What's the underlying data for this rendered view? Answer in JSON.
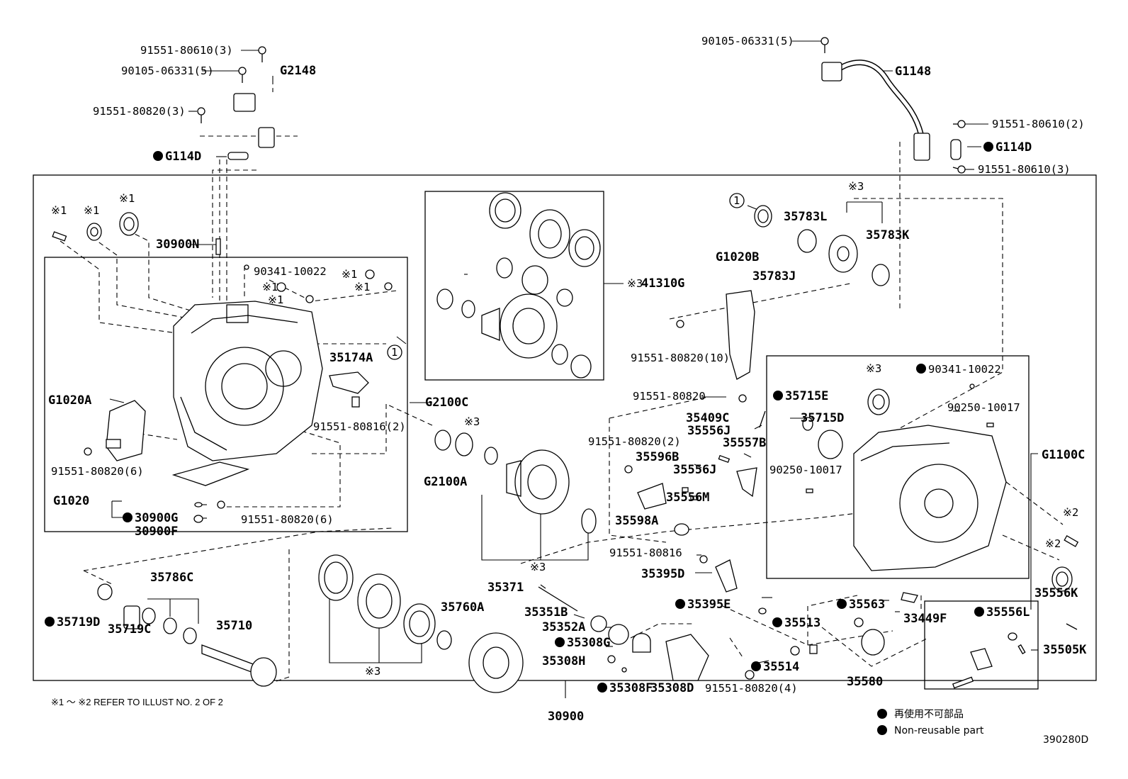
{
  "diagram_id": "390280D",
  "assembly_number": "30900",
  "refer_note": "※1 ～ ※2 REFER TO ILLUST NO. 2 OF 2",
  "legend": {
    "jp": "再使用不可部品",
    "en": "Non-reusable part"
  },
  "marks": {
    "m1": "※1",
    "m2": "※2",
    "m3": "※3",
    "c1": "1"
  },
  "labels": {
    "p91551_80610_3_top": "91551-80610(3)",
    "p90105_06331_5_left": "90105-06331(5)",
    "pG2148": "G2148",
    "p91551_80820_3": "91551-80820(3)",
    "pG114D_left": "G114D",
    "p90105_06331_5_right": "90105-06331(5)",
    "pG1148": "G1148",
    "p91551_80610_2": "91551-80610(2)",
    "pG114D_right": "G114D",
    "p91551_80610_3_right": "91551-80610(3)",
    "p30900N": "30900N",
    "p90341_10022_left": "90341-10022",
    "p35174A": "35174A",
    "pG2100C": "G2100C",
    "pG1020A": "G1020A",
    "p91551_80816_2": "91551-80816(2)",
    "p91551_80820_6_a": "91551-80820(6)",
    "pG1020": "G1020",
    "p30900G": "30900G",
    "p30900F": "30900F",
    "p91551_80820_6_b": "91551-80820(6)",
    "p41310G": "41310G",
    "p35783L": "35783L",
    "p35783K": "35783K",
    "pG1020B": "G1020B",
    "p35783J": "35783J",
    "p91551_80820_10": "91551-80820(10)",
    "p90341_10022_right": "90341-10022",
    "p91551_80820": "91551-80820",
    "p35715E": "35715E",
    "p35715D": "35715D",
    "p90250_10017_a": "90250-10017",
    "p35409C": "35409C",
    "p35556J_a": "35556J",
    "p35557B": "35557B",
    "p91551_80820_2": "91551-80820(2)",
    "p35596B": "35596B",
    "p35556J_b": "35556J",
    "p90250_10017_b": "90250-10017",
    "pG1100C": "G1100C",
    "p35556M": "35556M",
    "p35598A": "35598A",
    "pG2100A": "G2100A",
    "p91551_80816": "91551-80816",
    "p35395D": "35395D",
    "p35556K": "35556K",
    "p35395E": "35395E",
    "p35563": "35563",
    "p33449F": "33449F",
    "p35556L": "35556L",
    "p35786C": "35786C",
    "p35371": "35371",
    "p35760A": "35760A",
    "p35351B": "35351B",
    "p35513": "35513",
    "p35719D": "35719D",
    "p35719C": "35719C",
    "p35710": "35710",
    "p35352A": "35352A",
    "p35308G": "35308G",
    "p35308H": "35308H",
    "p35514": "35514",
    "p35505K": "35505K",
    "p35580": "35580",
    "p35308F": "35308F",
    "p35308D": "35308D",
    "p91551_80820_4": "91551-80820(4)"
  }
}
